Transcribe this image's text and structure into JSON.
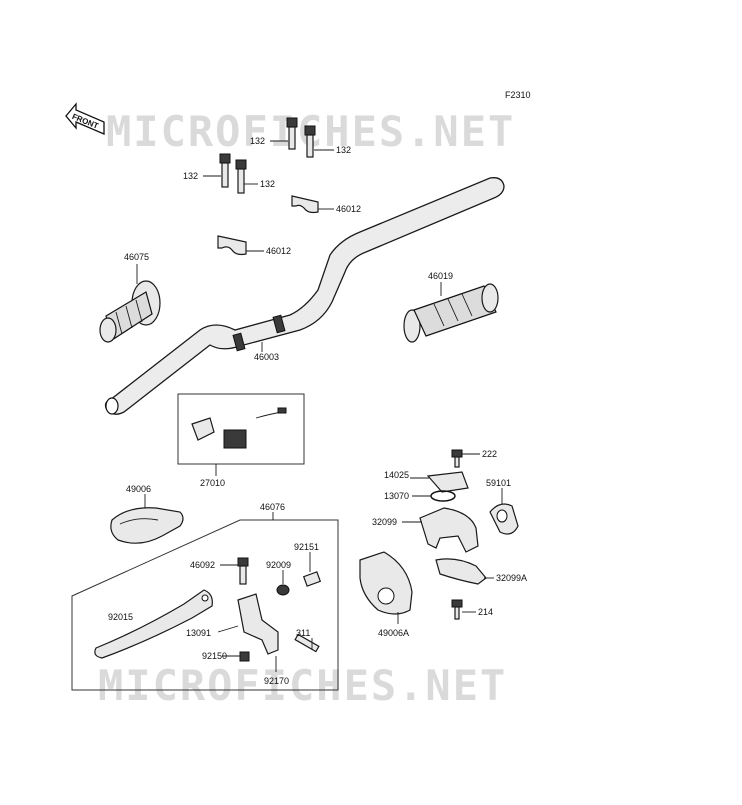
{
  "figure_code": "F2310",
  "front_label": "FRONT",
  "watermark": "MICROFICHES.NET",
  "parts": [
    {
      "id": "p132a",
      "label": "132"
    },
    {
      "id": "p132b",
      "label": "132"
    },
    {
      "id": "p132c",
      "label": "132"
    },
    {
      "id": "p132d",
      "label": "132"
    },
    {
      "id": "p46012a",
      "label": "46012"
    },
    {
      "id": "p46012b",
      "label": "46012"
    },
    {
      "id": "p46075",
      "label": "46075"
    },
    {
      "id": "p46019",
      "label": "46019"
    },
    {
      "id": "p46003",
      "label": "46003"
    },
    {
      "id": "p27010",
      "label": "27010"
    },
    {
      "id": "p49006",
      "label": "49006"
    },
    {
      "id": "p46076",
      "label": "46076"
    },
    {
      "id": "p222",
      "label": "222"
    },
    {
      "id": "p14025",
      "label": "14025"
    },
    {
      "id": "p13070",
      "label": "13070"
    },
    {
      "id": "p59101",
      "label": "59101"
    },
    {
      "id": "p32099",
      "label": "32099"
    },
    {
      "id": "p32099A",
      "label": "32099A"
    },
    {
      "id": "p214",
      "label": "214"
    },
    {
      "id": "p49006A",
      "label": "49006A"
    },
    {
      "id": "p92009",
      "label": "92009"
    },
    {
      "id": "p92151",
      "label": "92151"
    },
    {
      "id": "p92015",
      "label": "92015"
    },
    {
      "id": "p46092",
      "label": "46092"
    },
    {
      "id": "p13091",
      "label": "13091"
    },
    {
      "id": "p92150",
      "label": "92150"
    },
    {
      "id": "p311",
      "label": "311"
    },
    {
      "id": "p92170",
      "label": "92170"
    }
  ]
}
